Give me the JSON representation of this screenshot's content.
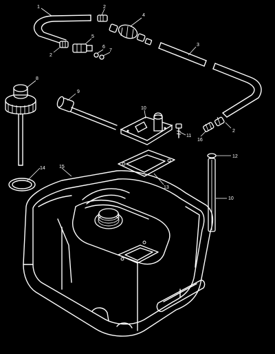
{
  "colors": {
    "background": "#000000",
    "line": "#ffffff"
  },
  "callouts": [
    {
      "id": "c1",
      "text": "1"
    },
    {
      "id": "c2a",
      "text": "2"
    },
    {
      "id": "c2b",
      "text": "2"
    },
    {
      "id": "c2c",
      "text": "2"
    },
    {
      "id": "c3",
      "text": "3"
    },
    {
      "id": "c4",
      "text": "4"
    },
    {
      "id": "c5",
      "text": "5"
    },
    {
      "id": "c6",
      "text": "6"
    },
    {
      "id": "c7",
      "text": "7"
    },
    {
      "id": "c8",
      "text": "8"
    },
    {
      "id": "c9",
      "text": "9"
    },
    {
      "id": "c10a",
      "text": "10"
    },
    {
      "id": "c10b",
      "text": "10"
    },
    {
      "id": "c11",
      "text": "11"
    },
    {
      "id": "c12",
      "text": "12"
    },
    {
      "id": "c13",
      "text": "13"
    },
    {
      "id": "c14",
      "text": "14"
    },
    {
      "id": "c15",
      "text": "15"
    },
    {
      "id": "c16",
      "text": "16"
    }
  ]
}
